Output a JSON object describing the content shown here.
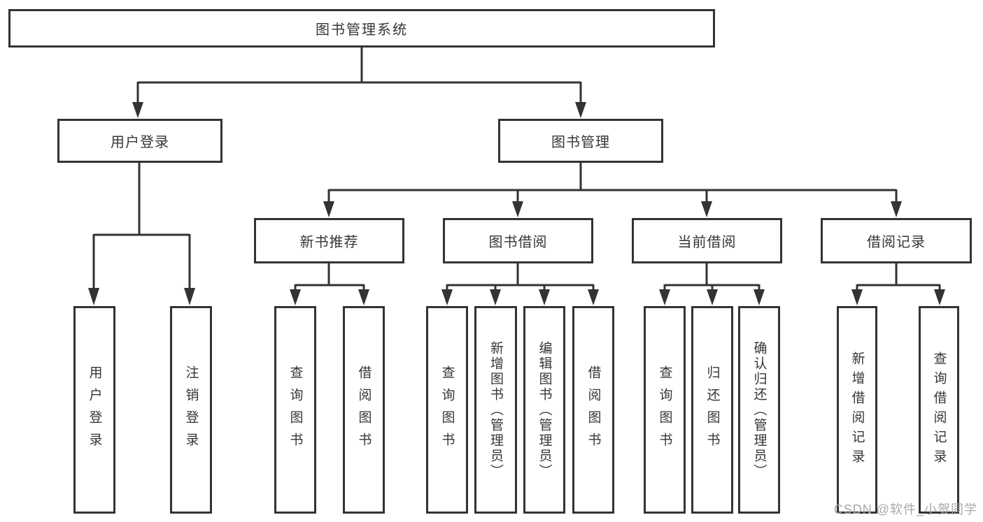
{
  "diagram": {
    "title": "图书管理系统",
    "root": {
      "label": "图书管理系统"
    },
    "level2": [
      "用户登录",
      "图书管理"
    ],
    "level3": [
      "新书推荐",
      "图书借阅",
      "当前借阅",
      "借阅记录"
    ],
    "leaves": {
      "user_login": [
        "用户登录",
        "注销登录"
      ],
      "new_books": [
        "查询图书",
        "借阅图书"
      ],
      "book_borrow": [
        "查询图书",
        "新增图书（管理员）",
        "编辑图书（管理员）",
        "借阅图书"
      ],
      "current_borrow": [
        "查询图书",
        "归还图书",
        "确认归还（管理员）"
      ],
      "borrow_records": [
        "新增借阅记录",
        "查询借阅记录"
      ]
    }
  },
  "watermark": "CSDN @软件_小贺同学",
  "colors": {
    "line": "#333333",
    "text": "#363636",
    "watermark": "#a8a8a8",
    "background": "#ffffff"
  }
}
